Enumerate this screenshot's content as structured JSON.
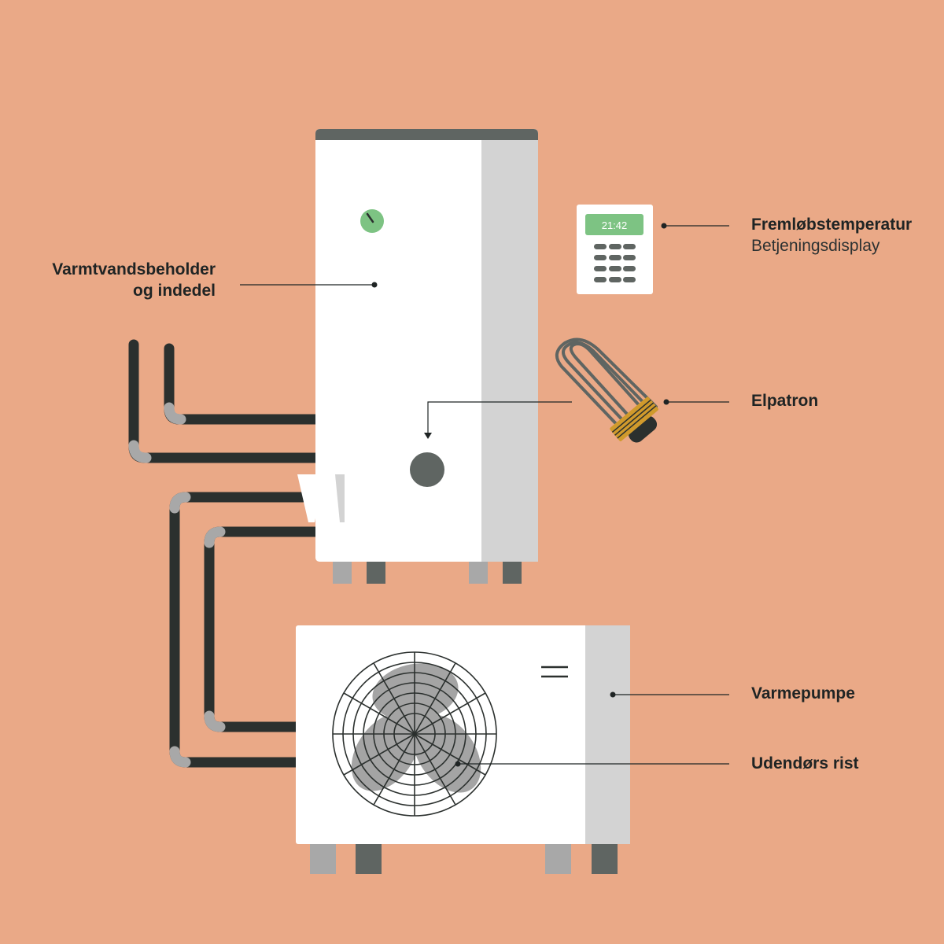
{
  "labels": {
    "tank_line1": "Varmtvandsbeholder",
    "tank_line2": "og indedel",
    "display_title": "Fremløbstemperatur",
    "display_sub": "Betjeningsdisplay",
    "heater": "Elpatron",
    "heatpump": "Varmepumpe",
    "grille": "Udendørs rist"
  },
  "display": {
    "time": "21:42"
  },
  "colors": {
    "background": "#EAA987",
    "unit_white": "#FFFFFF",
    "unit_side": "#D3D3D3",
    "dark": "#5F6562",
    "pipe": "#2B302E",
    "pipe_bend": "#A8A8A8",
    "green": "#7DC383",
    "heater_copper": "#D09A2C"
  }
}
